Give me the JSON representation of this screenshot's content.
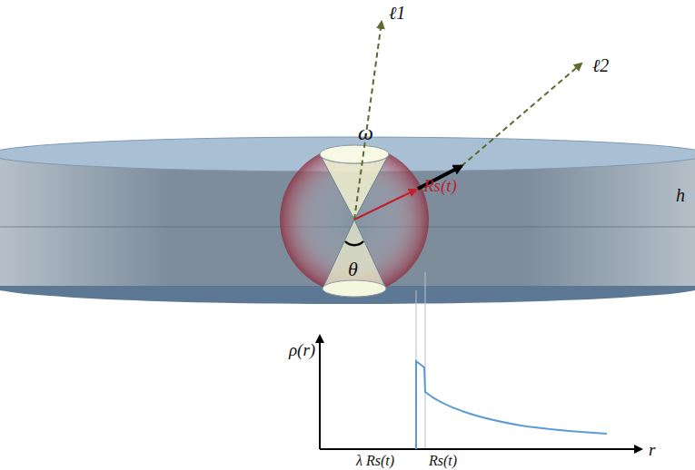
{
  "diagram": {
    "labels": [
      "ℓ1",
      "ℓ2",
      "ω",
      "Rs(t)",
      "h",
      "θ",
      "ρ(r)",
      "λ Rs(t)",
      "Rs(t)",
      "r"
    ]
  }
}
